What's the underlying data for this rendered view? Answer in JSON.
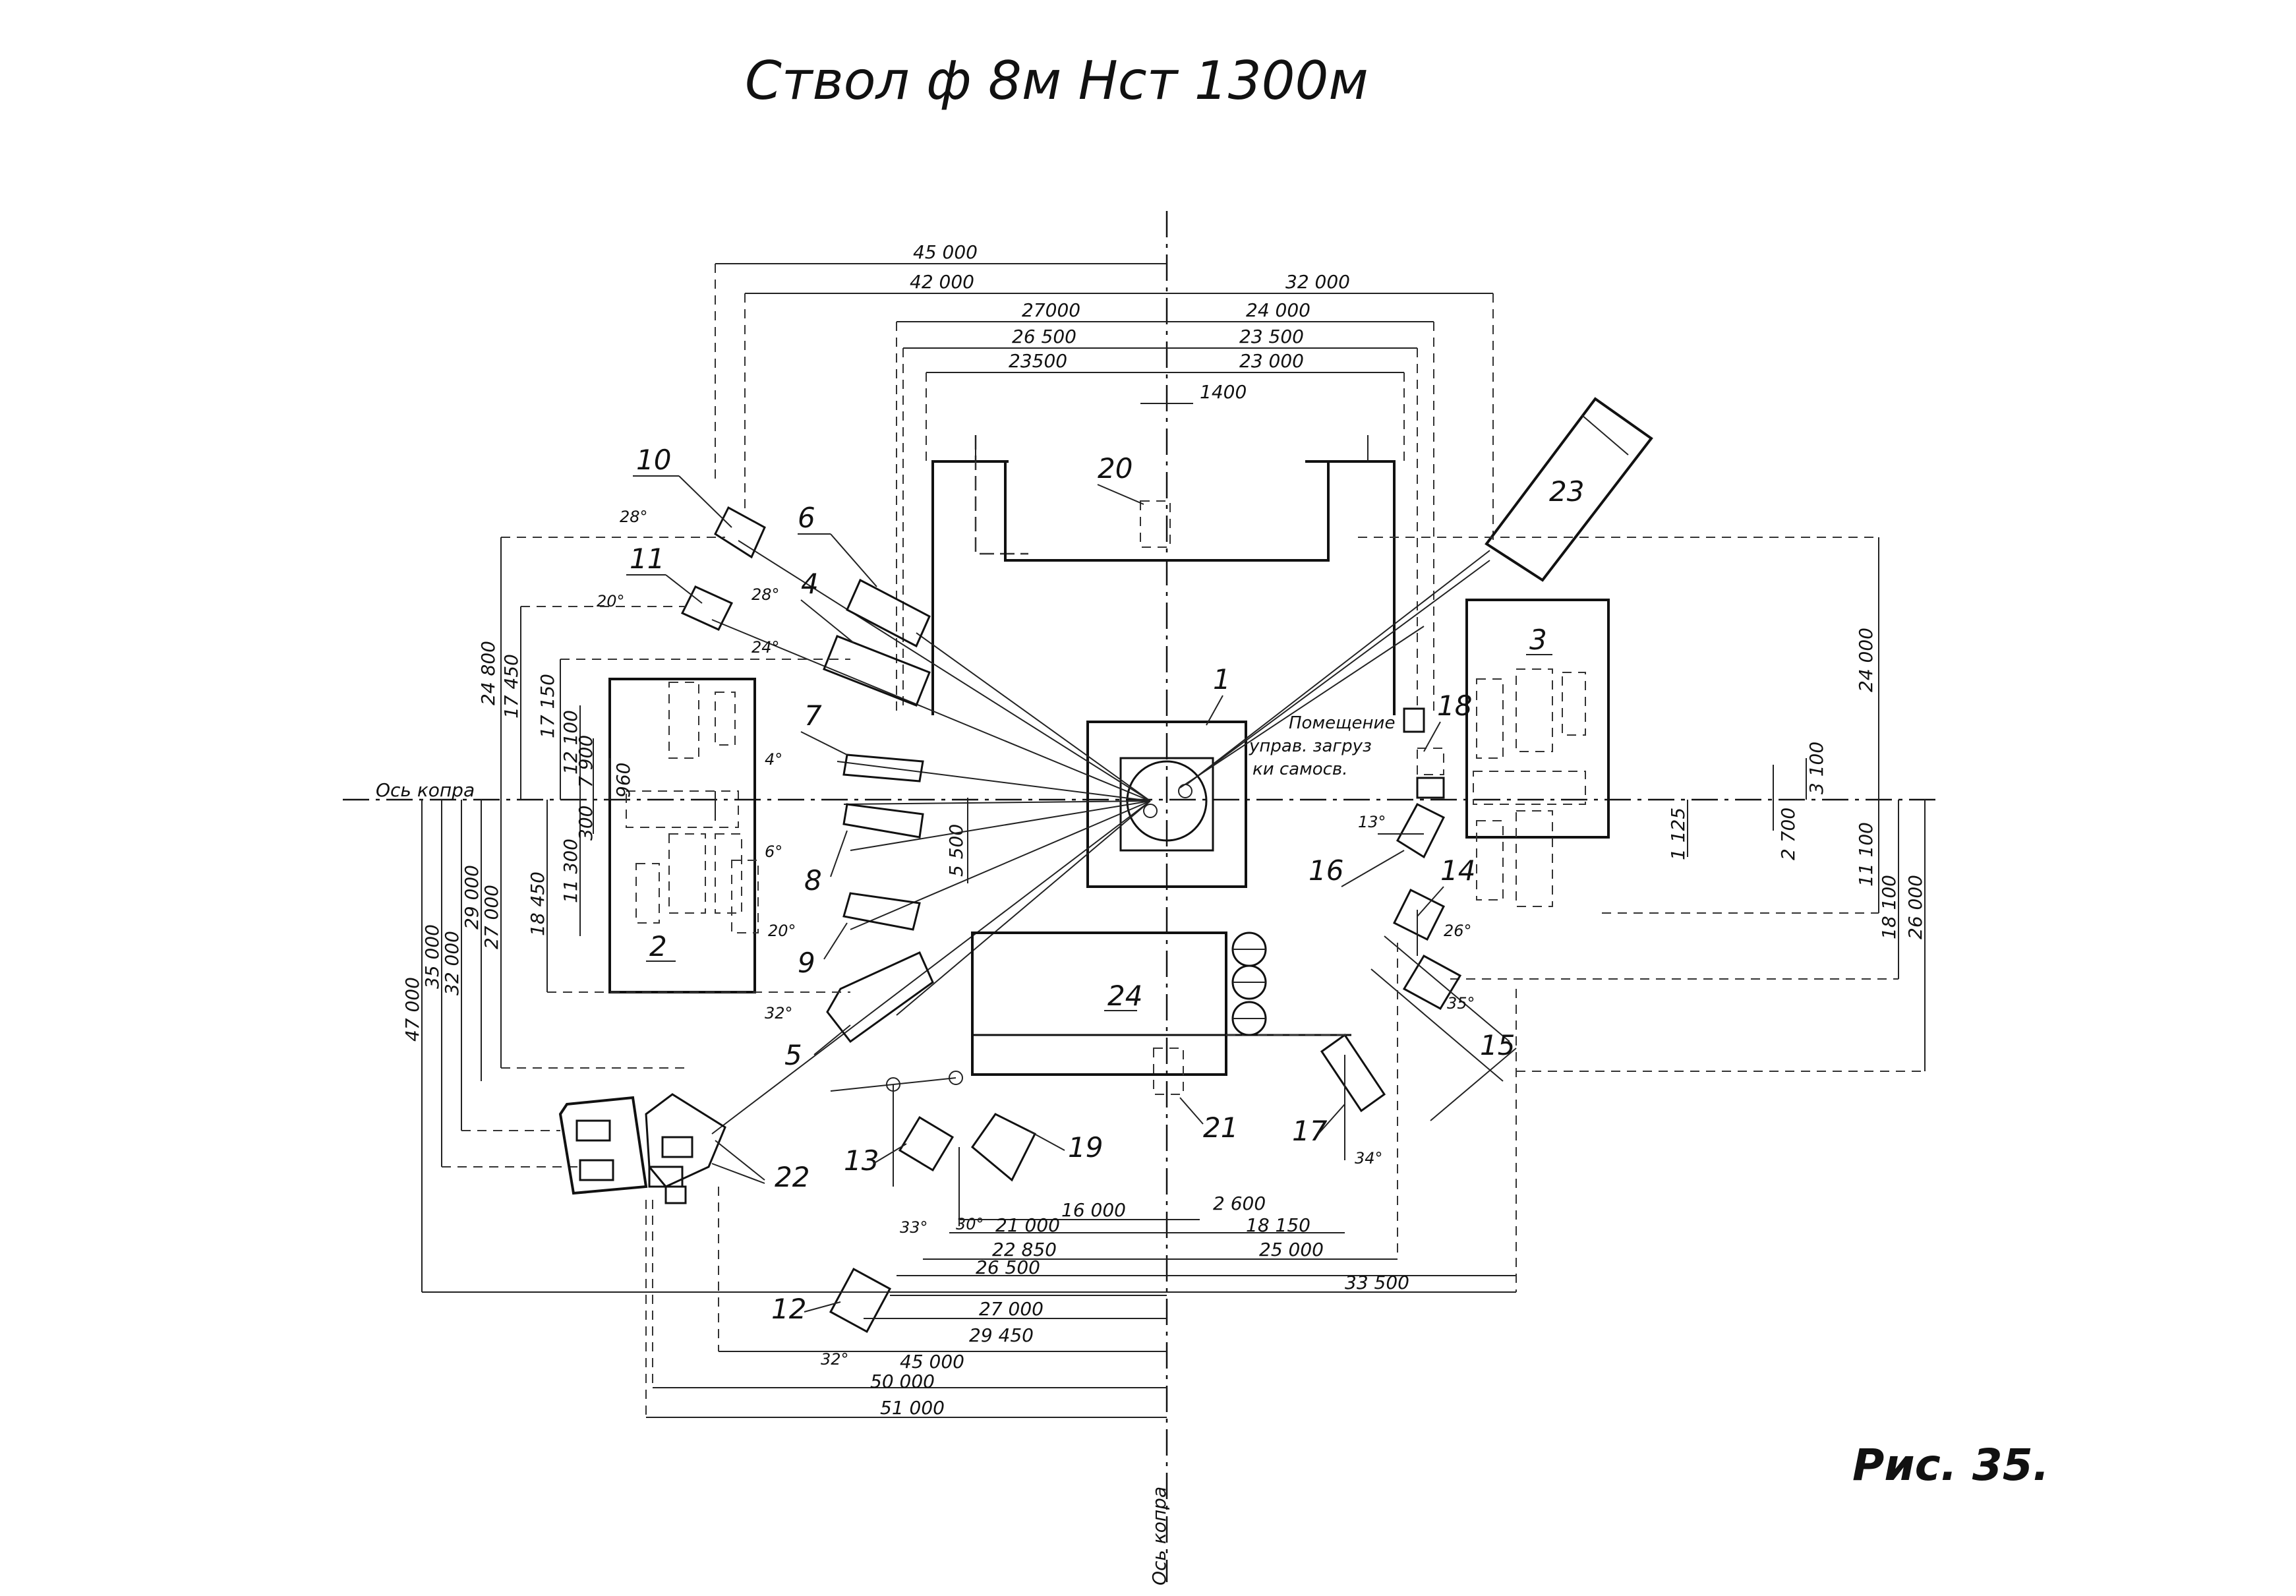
{
  "title": "Ствол ф 8м Нст 1300м",
  "figure_label": "Рис. 35.",
  "axis_labels": {
    "copra_axis": "Ось копра",
    "shaft_axis": "Ось копра"
  },
  "room_label": [
    "Помещение",
    "управ. загруз",
    "ки самосв."
  ],
  "numbers": [
    "1",
    "2",
    "3",
    "4",
    "5",
    "6",
    "7",
    "8",
    "9",
    "10",
    "11",
    "12",
    "13",
    "14",
    "15",
    "16",
    "17",
    "18",
    "19",
    "20",
    "21",
    "22",
    "23",
    "24"
  ],
  "dimensions_top": [
    "45 000",
    "42 000",
    "27000",
    "26 500",
    "23500",
    "32 000",
    "24 000",
    "23 500",
    "23 000",
    "1400"
  ],
  "dimensions_left": [
    "24 800",
    "17 450",
    "17 150",
    "12 100",
    "7 900",
    "960",
    "18 450",
    "11 300",
    "300",
    "47 000",
    "35 000",
    "32 000",
    "29 000",
    "27 000"
  ],
  "dimensions_right": [
    "24 000",
    "3 100",
    "2 700",
    "1 125",
    "11 100",
    "18 100",
    "26 000"
  ],
  "dimensions_inner": [
    "5 500"
  ],
  "dimensions_bottom": [
    "16 000",
    "21 000",
    "2 600",
    "18 150",
    "22 850",
    "25 000",
    "26 500",
    "33 500",
    "27 000",
    "29 450",
    "45 000",
    "50 000",
    "51 000"
  ],
  "angles": [
    "28°",
    "20°",
    "28°",
    "24°",
    "4°",
    "6°",
    "20°",
    "32°",
    "13°",
    "26°",
    "35°",
    "34°",
    "30°",
    "33°",
    "32°"
  ]
}
